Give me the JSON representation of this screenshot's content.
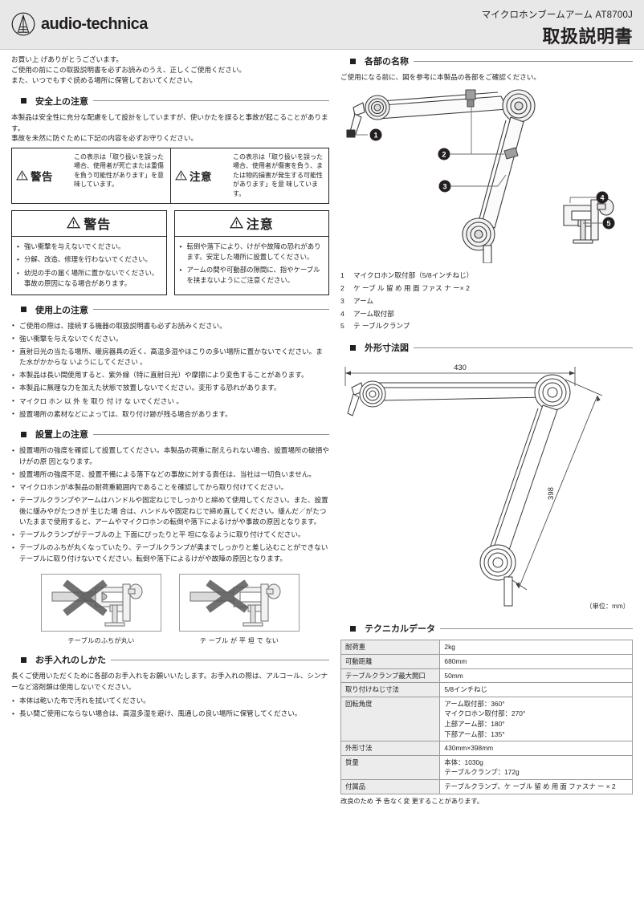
{
  "header": {
    "brand": "audio-technica",
    "logo_icon": "audio-technica-circle-logo",
    "model_line": "マイクロホンブームアーム  AT8700J",
    "doc_title": "取扱説明書"
  },
  "left": {
    "intro": [
      "お買い上 げありがとうございます。",
      "ご使用の前にこの取扱説明書を必ずお読みのうえ、正しくご使用ください。",
      "また、いつでもすぐ読める場所に保管しておいてください。"
    ],
    "safety": {
      "heading": "安全上の注意",
      "lead": [
        "本製品は安全性に充分な配慮をして設計をしていますが、使いかたを誤ると事故が起こることがあります。",
        "事故を未然に防ぐために下記の内容を必ずお守りください。"
      ],
      "definitions": [
        {
          "symbol": "warning-triangle-icon",
          "label": "警告",
          "text": "この表示は「取り扱いを誤った場合、使用者が死亡または重傷を負う可能性があります」を意味しています。"
        },
        {
          "symbol": "caution-triangle-icon",
          "label": "注意",
          "text": "この表示は「取り扱いを誤った場合、使用者が傷害を負う、または物的損害が発生する可能性があります」を意 味しています。"
        }
      ],
      "warning_box": {
        "symbol": "warning-triangle-icon",
        "label": "警告",
        "items": [
          "強い衝撃を与えないでください。",
          "分解、改造、修理を行わないでください。",
          "幼児の手の届く場所に置かないでください。事故の原因になる場合があります。"
        ]
      },
      "caution_box": {
        "symbol": "caution-triangle-icon",
        "label": "注意",
        "items": [
          "転倒や落下により、けがや故障の恐れがあります。安定した場所に設置してください。",
          "アームの間や可動部の隙間に、指やケーブルを挟まないようにご注意ください。"
        ]
      }
    },
    "usage": {
      "heading": "使用上の注意",
      "items": [
        "ご使用の際は、接続する機器の取扱説明書も必ずお読みください。",
        "強い衝撃を与えないでください。",
        "直射日光の当たる場所、暖房器具の近く、高温多湿やほこりの多い場所に置かないでください。また水がかからな いようにしてください 。",
        "本製品は長い間使用すると、紫外線（特に直射日光）や摩擦により変色することがあります。",
        "本製品に無理な力を加えた状態で放置しないでください。変形する恐れがあります。",
        "マイクロ ホン 以 外 を 取り 付 け な いでください 。",
        "設置場所の素材などによっては、取り付け跡が残る場合があります。"
      ]
    },
    "install": {
      "heading": "設置上の注意",
      "items": [
        "設置場所の強度を確認して設置してください。本製品の荷重に耐えられない場合、設置場所の破損やけがの原 因となります。",
        "設置場所の強度不足、設置不備による落下などの事故に対する責任は、当社は一切負いません。",
        "マイクロホンが本製品の耐荷重範囲内であることを確認してから取り付けてください。",
        "テーブルクランプやアームはハンドルや固定ねじでしっかりと締めて使用してください。また、設置後に緩みやがたつきが 生じた場 合は、ハンドルや固定ねじで締め直してください。緩んだ／がたついたままで使用すると、アームやマイクロホンの転倒や落下によるけがや事故の原因となります。",
        "テーブルクランプがテーブルの上 下面にぴったりと平 坦になるように取り付けてください。",
        "テーブルのふちが丸くなっていたり、テーブルクランプが奥までしっかりと差し込むことができないテーブルに取り付けないでください。転倒や落下によるけがや故障の原因となります。"
      ],
      "ng_figures": [
        {
          "icon": "table-clamp-round-edge-ng-icon",
          "caption": "テーブルのふちが丸い"
        },
        {
          "icon": "table-clamp-uneven-ng-icon",
          "caption": "テ ーブル が 平 坦 で ない"
        }
      ]
    },
    "care": {
      "heading": "お手入れのしかた",
      "lead": "長くご使用いただくために各部のお手入れをお願いいたします。お手入れの際は、アルコール、シンナーなど溶剤類は使用しないでください。",
      "items": [
        "本体は乾いた布で汚れを拭いてください。",
        "長い間ご使用にならない場合は、高温多湿を避け、風通しの良い場所に保管してください。"
      ]
    }
  },
  "right": {
    "parts": {
      "heading": "各部の名称",
      "lead": "ご使用になる前に、図を参考に本製品の各部をご確認ください。",
      "figure_icon": "boom-arm-parts-diagram",
      "callouts": [
        "1",
        "2",
        "3",
        "4",
        "5"
      ],
      "list": [
        {
          "no": "1",
          "name": "マイクロホン取付部（5/8インチねじ）"
        },
        {
          "no": "2",
          "name": "ケ ーブ ル 留 め 用 面 ファス ナ ー× 2"
        },
        {
          "no": "3",
          "name": "アーム"
        },
        {
          "no": "4",
          "name": "アーム取付部"
        },
        {
          "no": "5",
          "name": "テ ーブルクランプ"
        }
      ]
    },
    "dimensions": {
      "heading": "外形寸法図",
      "figure_icon": "boom-arm-dimension-drawing",
      "width_label": "430",
      "length_label": "398",
      "unit_note": "（単位：mm）"
    },
    "tech": {
      "heading": "テクニカルデータ",
      "rows": [
        {
          "key": "耐荷重",
          "value": "2kg"
        },
        {
          "key": "可動距離",
          "value": "680mm"
        },
        {
          "key": "テーブルクランプ最大開口",
          "value": " 50mm"
        },
        {
          "key": "取り付けねじ寸法",
          "value": "5/8インチねじ"
        },
        {
          "key": "回転角度",
          "value": "アーム取付部：360°\nマイクロホン取付部：270°\n上部アーム部：180°\n下部アーム部：135°"
        },
        {
          "key": "外形寸法",
          "value": "430mm×398mm"
        },
        {
          "key": "質量",
          "value": "本体：1030g\nテーブルクランプ：172g"
        },
        {
          "key": "付属品",
          "value": "テーブルクランプ、ケ ーブル 留 め 用 面 ファスナ ー × 2"
        }
      ],
      "note": "改良のため 予 告なく変 更することがあります。"
    }
  }
}
